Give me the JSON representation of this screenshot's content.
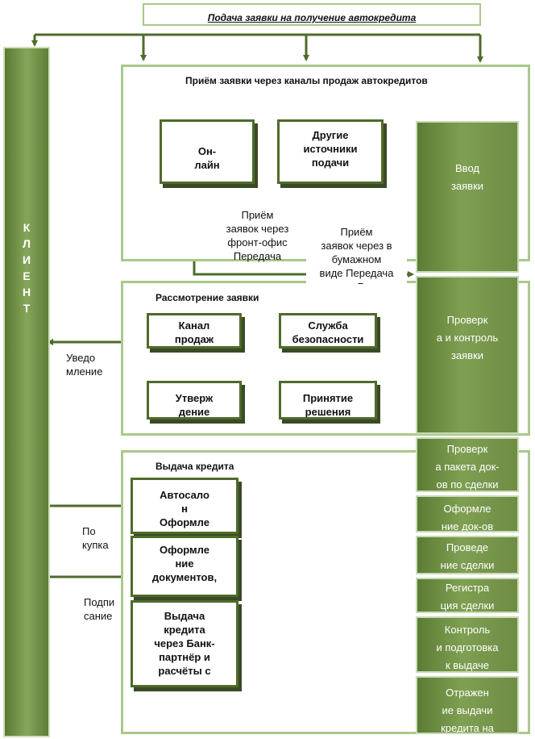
{
  "header_text": "Подача заявки на получение автокредита",
  "client_letters": [
    "К",
    "Л",
    "И",
    "Е",
    "Н",
    "Т"
  ],
  "section1": {
    "title": "Приём заявки через каналы продаж автокредитов",
    "box_online": "Он-\nлайн",
    "box_other": "Другие\nисточники\nподачи",
    "note_front": "Приём\nзаявок через\nфронт-офис\nПередача",
    "note_paper": "Приём\nзаявок через в\nбумажном\nвиде Передача\nв Б"
  },
  "section2": {
    "title": "Рассмотрение заявки",
    "box_channel": "Канал\nпродаж",
    "box_security": "Служба\nбезопасности",
    "box_approval": "Утверж\nдение",
    "box_decision": "Принятие\nрешения",
    "note_notify": "Уведо\nмление"
  },
  "section3": {
    "title": "Выдача кредита",
    "box_dealer": "Автосало\nн\nОформле",
    "box_docs": "Оформле\nние\nдокументов,",
    "box_issue": "Выдача\nкредита\nчерез Банк-\nпартнёр и\nрасчёты с",
    "note_purchase": "По\nкупка",
    "note_sign": "Подпи\nсание"
  },
  "right_column": [
    "Ввод\nзаявки",
    "Проверк\nа и контроль\nзаявки",
    "Проверк\nа пакета док-\nов по сделки",
    "Оформле\nние док-ов",
    "Проведе\nние сделки",
    "Регистра\nция сделки",
    "Контроль\nи подготовка\nк выдаче",
    "Отражен\nие выдачи\nкредита на"
  ]
}
